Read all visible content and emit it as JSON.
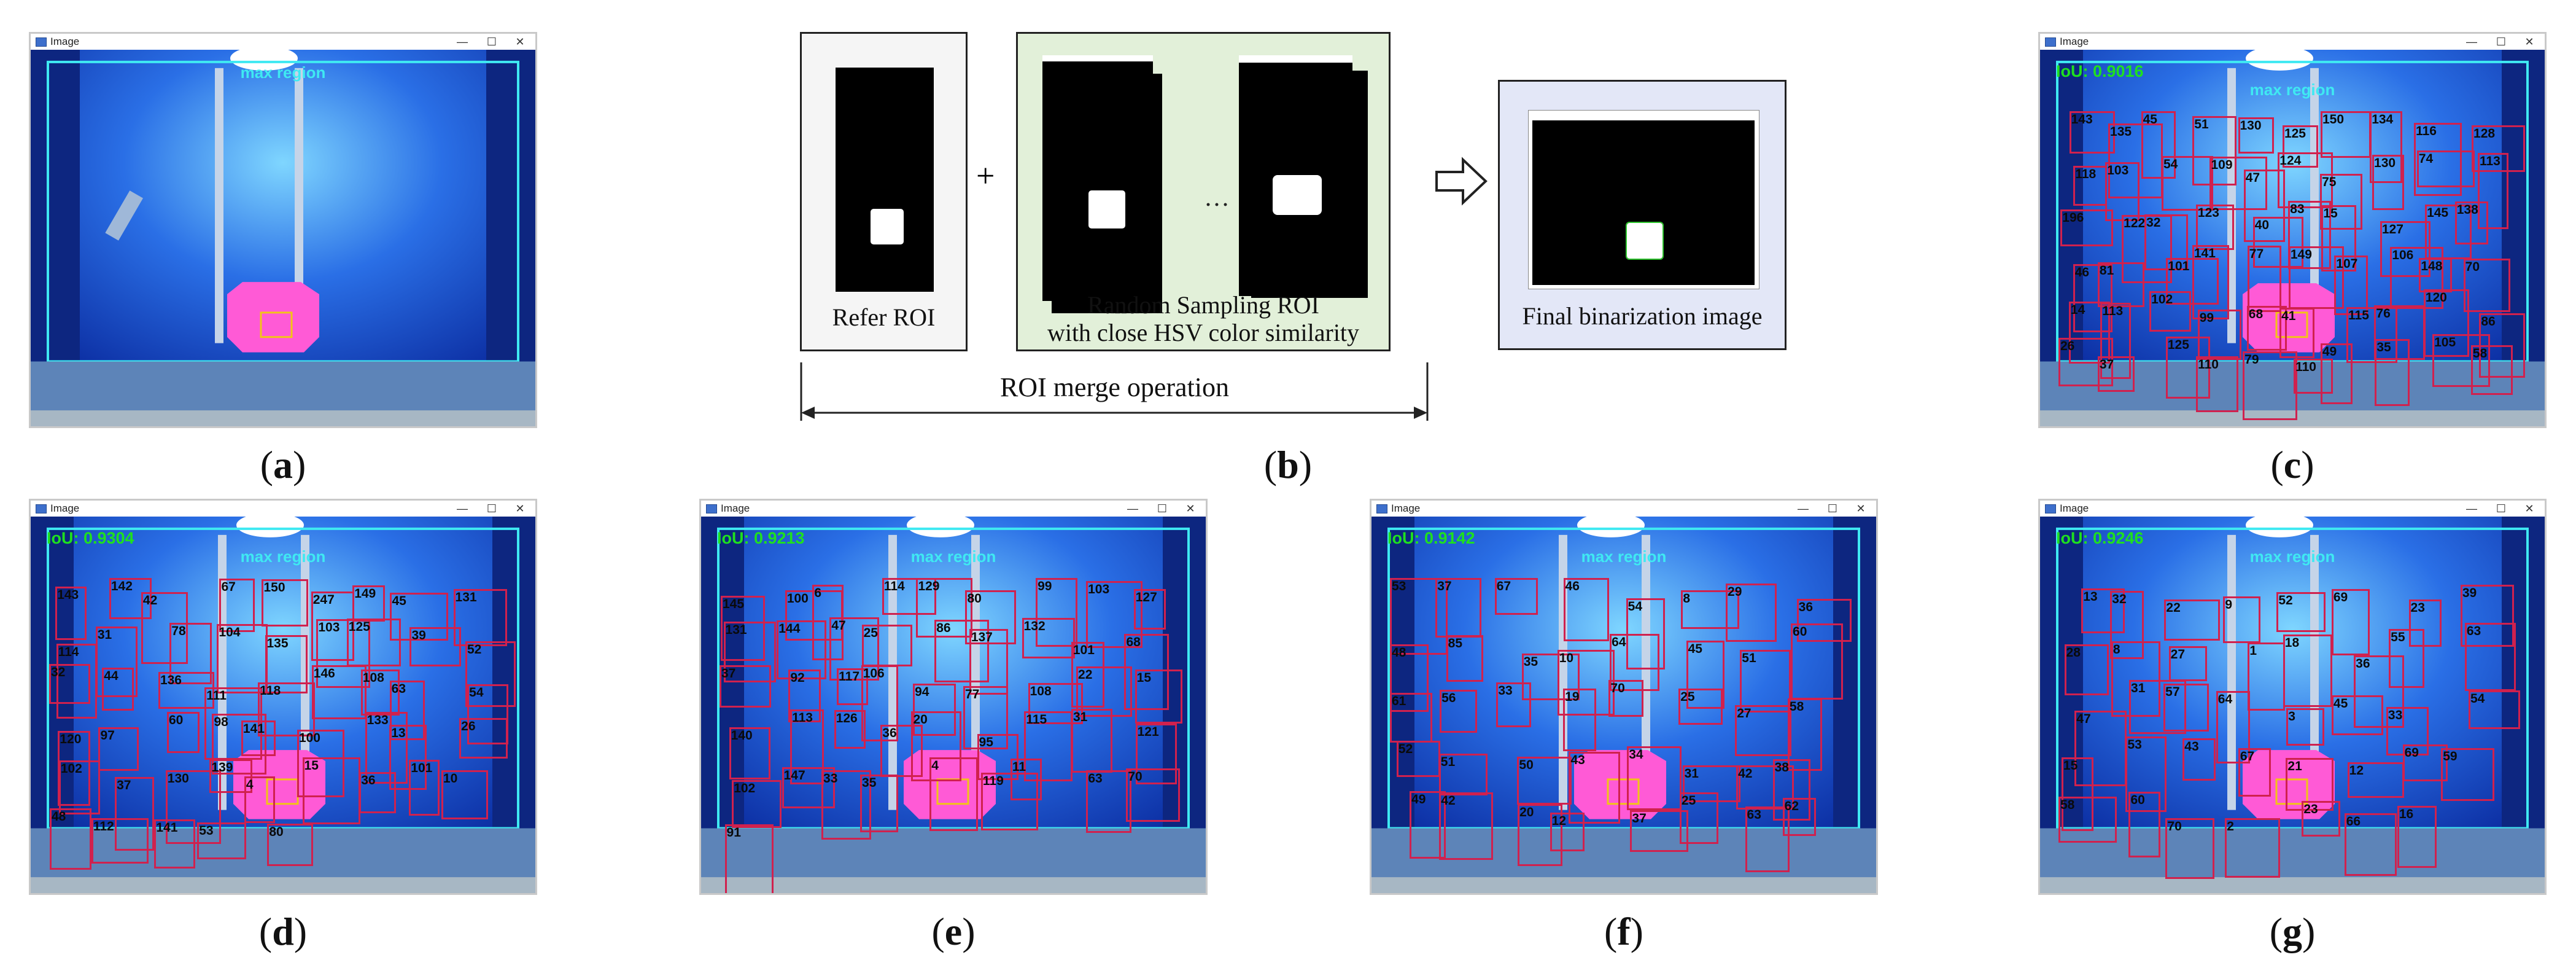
{
  "window_title": "Image",
  "window_controls": {
    "minimize": "—",
    "maximize": "☐",
    "close": "✕"
  },
  "max_region_label": "max region",
  "colors": {
    "roi_box": "#d0214e",
    "iou_text": "#1fe01f",
    "region_text": "#3fe9f2",
    "target_box": "#f2c417",
    "object": "#ff5ad6"
  },
  "panels": {
    "a": {
      "caption": "a"
    },
    "b": {
      "caption": "b",
      "refer_label": "Refer ROI",
      "plus": "+",
      "ellipsis": "···",
      "sampling_label_1": "Random Sampling ROI",
      "sampling_label_2": "with close HSV color similarity",
      "final_label": "Final binarization image",
      "merge_label": "ROI merge operation"
    },
    "c": {
      "caption": "c",
      "iou": "IoU: 0.9016"
    },
    "d": {
      "caption": "d",
      "iou": "IoU: 0.9304"
    },
    "e": {
      "caption": "e",
      "iou": "IoU: 0.9213"
    },
    "f": {
      "caption": "f",
      "iou": "IoU: 0.9142"
    },
    "g": {
      "caption": "g",
      "iou": "IoU: 0.9246"
    }
  },
  "roi_labels": {
    "c": [
      "143",
      "135",
      "45",
      "51",
      "130",
      "125",
      "150",
      "134",
      "116",
      "128",
      "118",
      "103",
      "54",
      "109",
      "47",
      "124",
      "75",
      "130",
      "74",
      "113",
      "196",
      "122",
      "32",
      "123",
      "40",
      "83",
      "15",
      "127",
      "145",
      "138",
      "46",
      "81",
      "101",
      "141",
      "77",
      "149",
      "107",
      "106",
      "148",
      "70",
      "14",
      "113",
      "102",
      "99",
      "68",
      "41",
      "115",
      "76",
      "120",
      "86",
      "26",
      "37",
      "125",
      "110",
      "79",
      "110",
      "49",
      "35",
      "105",
      "58"
    ],
    "d": [
      "143",
      "142",
      "42",
      "67",
      "150",
      "247",
      "149",
      "45",
      "131",
      "114",
      "31",
      "78",
      "104",
      "135",
      "103",
      "125",
      "39",
      "52",
      "32",
      "44",
      "136",
      "111",
      "118",
      "146",
      "108",
      "63",
      "54",
      "120",
      "97",
      "60",
      "98",
      "141",
      "100",
      "133",
      "13",
      "26",
      "102",
      "37",
      "130",
      "139",
      "4",
      "15",
      "36",
      "101",
      "10",
      "48",
      "112",
      "141",
      "53",
      "80"
    ],
    "e": [
      "145",
      "100",
      "6",
      "114",
      "129",
      "80",
      "99",
      "103",
      "127",
      "131",
      "144",
      "47",
      "25",
      "86",
      "137",
      "132",
      "101",
      "68",
      "37",
      "92",
      "117",
      "106",
      "94",
      "77",
      "108",
      "22",
      "15",
      "140",
      "113",
      "126",
      "36",
      "20",
      "95",
      "115",
      "31",
      "121",
      "102",
      "147",
      "33",
      "35",
      "4",
      "119",
      "11",
      "63",
      "70",
      "91"
    ],
    "f": [
      "53",
      "37",
      "67",
      "46",
      "54",
      "8",
      "29",
      "36",
      "48",
      "85",
      "35",
      "10",
      "64",
      "45",
      "51",
      "60",
      "61",
      "56",
      "33",
      "19",
      "70",
      "25",
      "27",
      "58",
      "52",
      "51",
      "50",
      "43",
      "34",
      "31",
      "42",
      "38",
      "49",
      "42",
      "20",
      "12",
      "37",
      "25",
      "63",
      "62"
    ],
    "g": [
      "13",
      "32",
      "22",
      "9",
      "52",
      "69",
      "23",
      "39",
      "28",
      "8",
      "27",
      "1",
      "18",
      "36",
      "55",
      "63",
      "47",
      "31",
      "57",
      "64",
      "3",
      "45",
      "33",
      "54",
      "15",
      "53",
      "43",
      "67",
      "21",
      "12",
      "69",
      "59",
      "58",
      "60",
      "70",
      "2",
      "23",
      "66",
      "16"
    ]
  }
}
